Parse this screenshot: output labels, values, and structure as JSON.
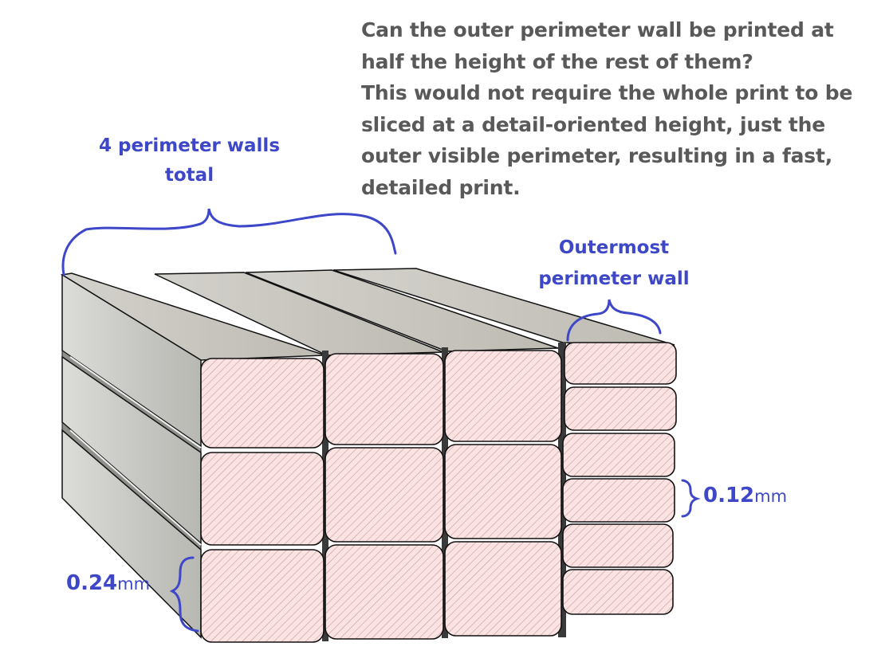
{
  "question": {
    "lines": [
      "Can the outer perimeter wall be printed at",
      "half the height of the rest of them?",
      "This would not require the whole print to be",
      "sliced at a detail-oriented height, just the",
      "outer visible perimeter, resulting in a fast,",
      "detailed print."
    ]
  },
  "labels": {
    "walls_line1": "4 perimeter walls",
    "walls_line2": "total",
    "outer_line1": "Outermost",
    "outer_line2": "perimeter wall"
  },
  "measurements": {
    "thick_value": "0.24",
    "thick_unit": "mm",
    "thin_value": "0.12",
    "thin_unit": "mm"
  },
  "colors": {
    "annotation": "#3d47c8",
    "text": "#595959",
    "hatch_fill": "#fbe3e3",
    "hatch_line": "#c89a9a",
    "wall_top": "#cfcdc7",
    "wall_side": "#c4c4c0"
  }
}
